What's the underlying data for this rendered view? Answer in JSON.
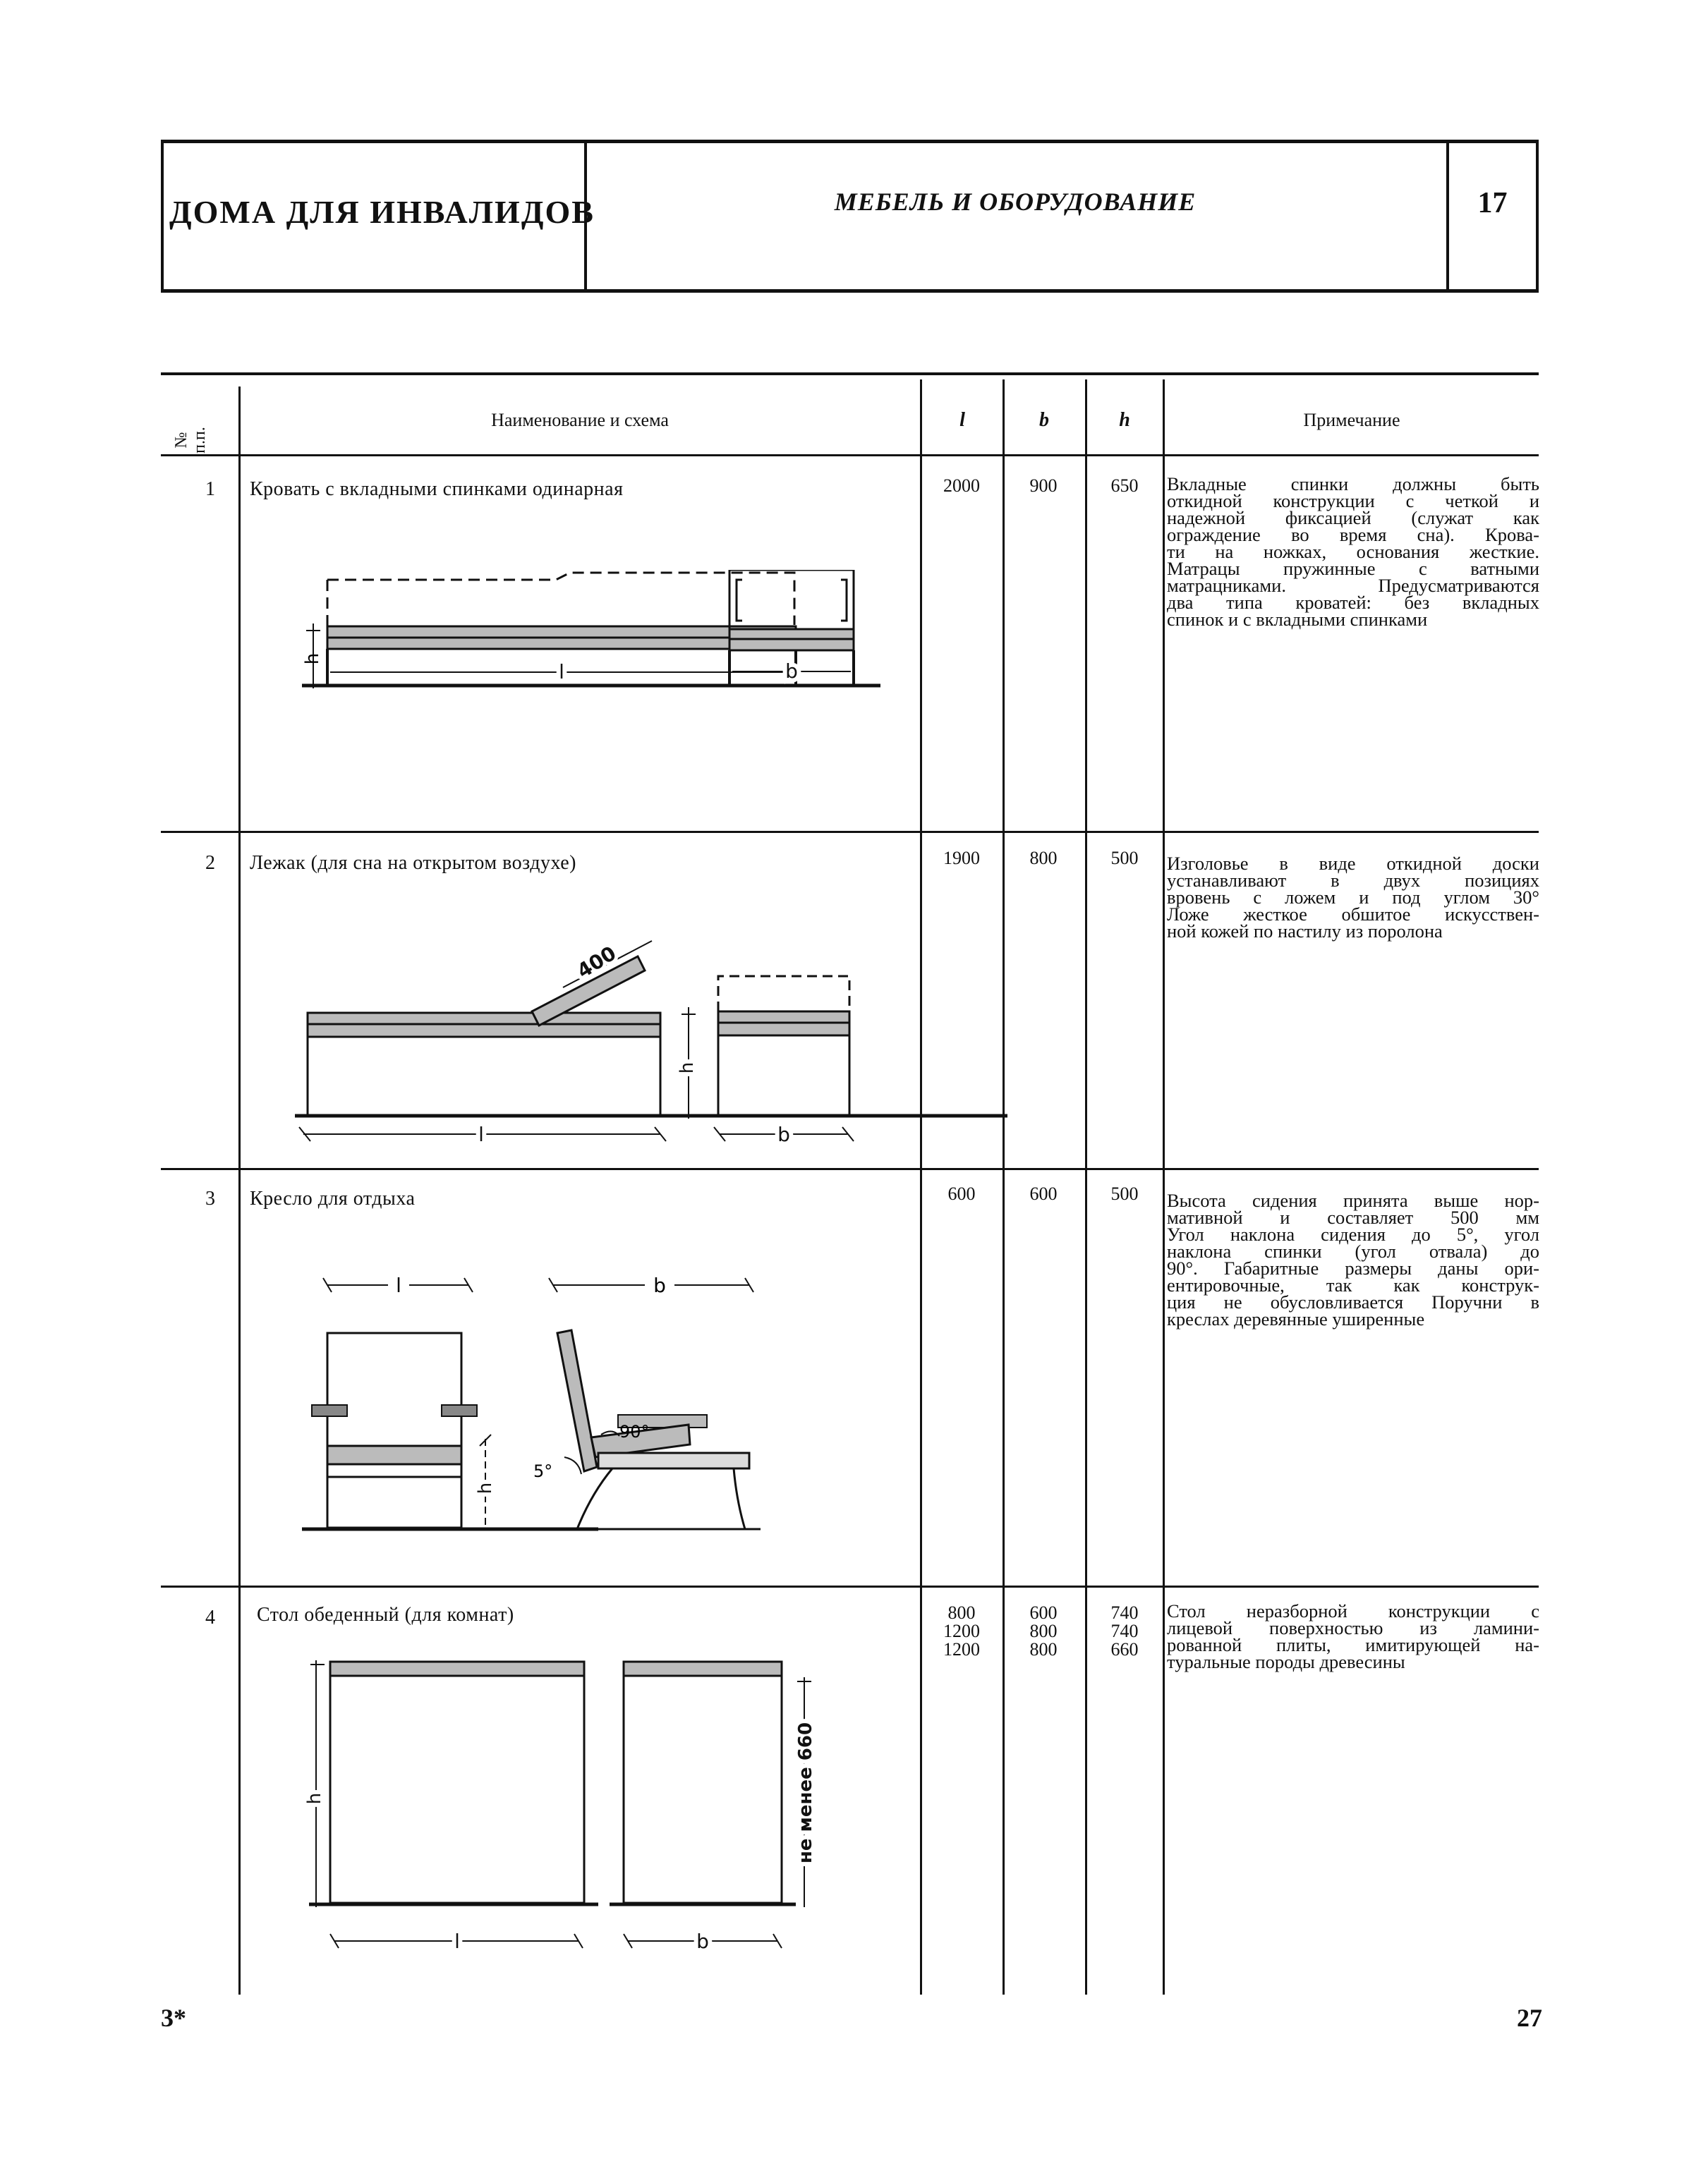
{
  "header": {
    "left_title": "ДОМА ДЛЯ ИНВАЛИДОВ",
    "center_title": "МЕБЕЛЬ И ОБОРУДОВАНИЕ",
    "sheet_number": "17"
  },
  "table": {
    "columns": {
      "number": "№ п.п.",
      "name": "Наименование и схема",
      "l": "l",
      "b": "b",
      "h": "h",
      "note": "Примечание"
    },
    "rows": [
      {
        "number": "1",
        "name": "Кровать с вкладными спинками одинарная",
        "l": [
          "2000"
        ],
        "b": [
          "900"
        ],
        "h": [
          "650"
        ],
        "note_lines": [
          "Вкладные спинки должны быть",
          "откидной конструкции с четкой и",
          "надежной фиксацией (служат как",
          "ограждение во время сна). Крова-",
          "ти на ножках, основания жесткие.",
          "Матрацы пружинные с ватными",
          "матрацниками. Предусматриваются",
          "два типа кроватей: без вкладных",
          "спинок и с вкладными спинками"
        ],
        "labels": {
          "h": "h",
          "l": "l",
          "b": "b"
        }
      },
      {
        "number": "2",
        "name": "Лежак (для сна на открытом воздухе)",
        "l": [
          "1900"
        ],
        "b": [
          "800"
        ],
        "h": [
          "500"
        ],
        "note_lines": [
          "Изголовье в виде откидной доски",
          "устанавливают в двух позициях",
          "вровень с ложем и под углом 30°",
          "Ложе жесткое обшитое искусствен-",
          "ной кожей по настилу из поролона"
        ],
        "labels": {
          "dim": "400",
          "h": "h",
          "l": "l",
          "b": "b"
        }
      },
      {
        "number": "3",
        "name": "Кресло для отдыха",
        "l": [
          "600"
        ],
        "b": [
          "600"
        ],
        "h": [
          "500"
        ],
        "note_lines": [
          "Высота сидения принята выше нор-",
          "мативной и составляет 500 мм",
          "Угол наклона сидения до 5°, угол",
          "наклона спинки (угол отвала) до",
          "90°. Габаритные размеры даны ори-",
          "ентировочные, так как конструк-",
          "ция не обусловливается Поручни в",
          "креслах деревянные уширенные"
        ],
        "labels": {
          "l": "l",
          "b": "b",
          "h": "h",
          "angle1": "90°",
          "angle2": "5°"
        }
      },
      {
        "number": "4",
        "name": "Стол обеденный (для комнат)",
        "l": [
          "800",
          "1200",
          "1200"
        ],
        "b": [
          "600",
          "800",
          "800"
        ],
        "h": [
          "740",
          "740",
          "660"
        ],
        "note_lines": [
          "Стол неразборной конструкции с",
          "лицевой поверхностью из ламини-",
          "рованной плиты, имитирующей на-",
          "туральные породы древесины"
        ],
        "labels": {
          "h": "h",
          "l": "l",
          "b": "b",
          "min": "не менее 660"
        }
      }
    ]
  },
  "footer": {
    "left": "3*",
    "right": "27"
  }
}
